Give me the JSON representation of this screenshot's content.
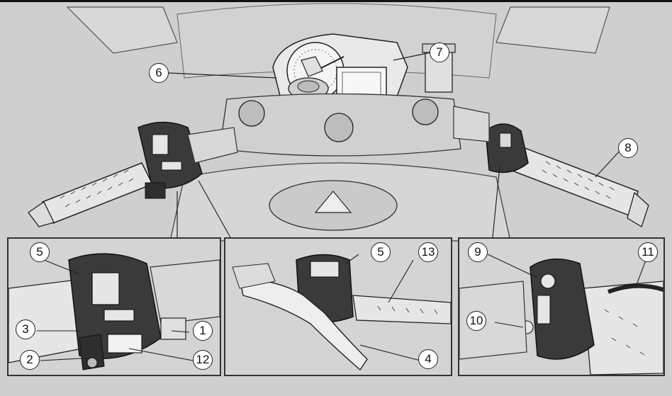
{
  "figure": {
    "callouts": {
      "c1": "1",
      "c2": "2",
      "c3": "3",
      "c4": "4",
      "c5_left": "5",
      "c5_mid": "5",
      "c6": "6",
      "c7": "7",
      "c8": "8",
      "c9": "9",
      "c10": "10",
      "c11": "11",
      "c12": "12",
      "c13": "13"
    },
    "colors": {
      "background": "#cfcfcf",
      "line": "#2a2a2a",
      "part_dark": "#3a3a3a",
      "part_light": "#e8e8e8"
    }
  }
}
